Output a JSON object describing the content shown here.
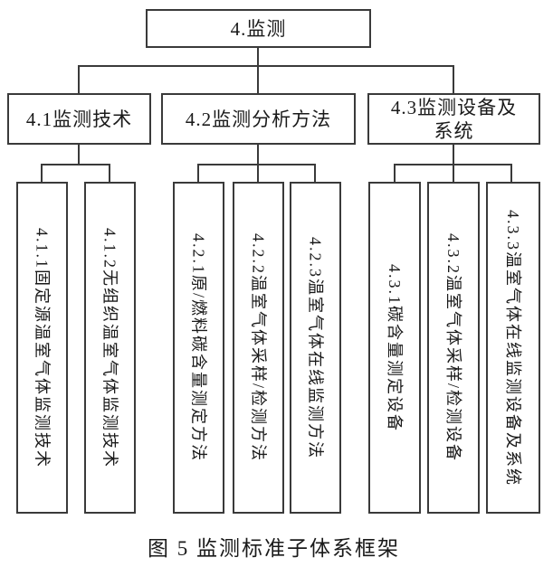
{
  "colors": {
    "line": "#3a3a3a",
    "text": "#1a1a1a",
    "background": "#ffffff"
  },
  "tree": {
    "root": {
      "label": "4.监测"
    },
    "branches": [
      {
        "label": "4.1监测技术",
        "children": [
          "4.1.1固定源温室气体监测技术",
          "4.1.2无组织温室气体监测技术"
        ]
      },
      {
        "label": "4.2监测分析方法",
        "children": [
          "4.2.1原/燃料碳含量测定方法",
          "4.2.2温室气体采样/检测方法",
          "4.2.3温室气体在线监测方法"
        ]
      },
      {
        "label": "4.3监测设备及\n系统",
        "children": [
          "4.3.1碳含量测定设备",
          "4.3.2温室气体采样/检测设备",
          "4.3.3温室气体在线监测设备及系统"
        ]
      }
    ]
  },
  "caption": "图 5 监测标准子体系框架"
}
